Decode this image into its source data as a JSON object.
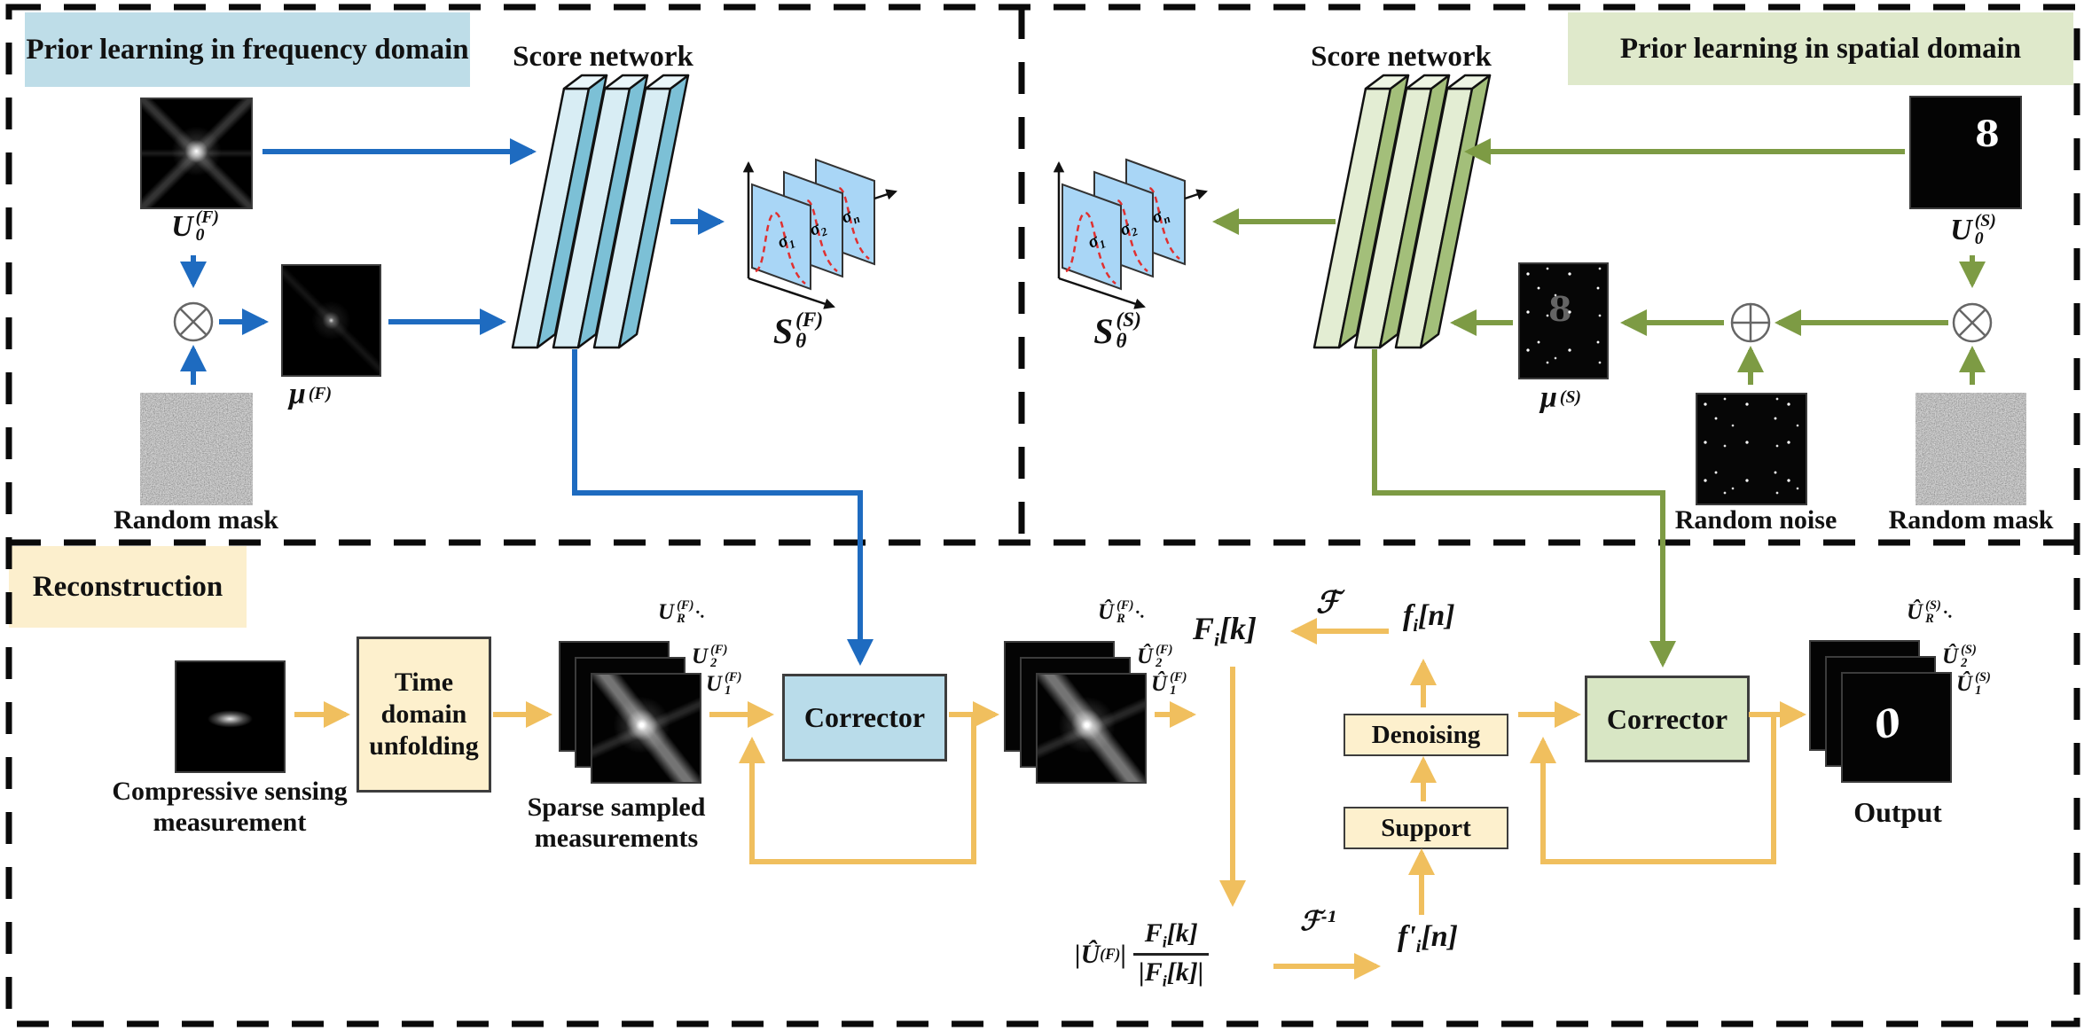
{
  "headers": {
    "frequency": "Prior learning in frequency domain",
    "spatial": "Prior learning in spatial domain",
    "reconstruction": "Reconstruction"
  },
  "score_network": "Score network",
  "math": {
    "u0f": {
      "base": "U",
      "sup": "(F)",
      "sub": "0"
    },
    "mu_f": {
      "base": "μ",
      "sup": "(F)",
      "sub": ""
    },
    "u0s": {
      "base": "U",
      "sup": "(S)",
      "sub": "0"
    },
    "mu_s": {
      "base": "μ",
      "sup": "(S)",
      "sub": ""
    },
    "s_theta_f": {
      "base": "S",
      "sup": "(F)",
      "sub": "θ"
    },
    "s_theta_s": {
      "base": "S",
      "sup": "(S)",
      "sub": "θ"
    },
    "sigma": {
      "base": "σ",
      "n1": "1",
      "n2": "2",
      "nn": "n"
    },
    "stack_f": {
      "r": {
        "base": "U",
        "sup": "(F)",
        "sub": "R",
        "dots": ".."
      },
      "two": {
        "base": "U",
        "sup": "(F)",
        "sub": "2"
      },
      "one": {
        "base": "U",
        "sup": "(F)",
        "sub": "1"
      }
    },
    "stack_fhat": {
      "r": {
        "base": "Û",
        "sup": "(F)",
        "sub": "R",
        "dots": ".."
      },
      "two": {
        "base": "Û",
        "sup": "(F)",
        "sub": "2"
      },
      "one": {
        "base": "Û",
        "sup": "(F)",
        "sub": "1"
      }
    },
    "stack_s": {
      "r": {
        "base": "Û",
        "sup": "(S)",
        "sub": "R",
        "dots": ".."
      },
      "two": {
        "base": "Û",
        "sup": "(S)",
        "sub": "2"
      },
      "one": {
        "base": "Û",
        "sup": "(S)",
        "sub": "1"
      }
    },
    "fik": {
      "base": "F",
      "sub": "i",
      "bracket": "[k]"
    },
    "fin": {
      "base": "f",
      "sub": "i",
      "bracket": "[n]"
    },
    "fpin": {
      "base": "f'",
      "sub": "i",
      "bracket": "[n]"
    },
    "fourier": "ℱ",
    "fourier_inv": {
      "base": "ℱ",
      "sup": "-1"
    },
    "equation": {
      "lhs_open": "|",
      "lhs_base": "Û",
      "lhs_sup": "(F)",
      "lhs_close": "|",
      "num": {
        "base": "F",
        "sub": "i",
        "bracket": "[k]"
      },
      "den": {
        "open": "|",
        "base": "F",
        "sub": "i",
        "bracket": "[k]",
        "close": "|"
      }
    }
  },
  "labels": {
    "random_mask": "Random mask",
    "random_noise": "Random noise",
    "cs_line1": "Compressive sensing",
    "cs_line2": "measurement",
    "time_line1": "Time",
    "time_line2": "domain",
    "time_line3": "unfolding",
    "sparse_line1": "Sparse sampled",
    "sparse_line2": "measurements",
    "corrector": "Corrector",
    "denoising": "Denoising",
    "support": "Support",
    "output": "Output"
  },
  "digits": {
    "u0s": "8",
    "mu_s": "8",
    "output": "0"
  },
  "colors": {
    "blue_arrow": "#1e6bc0",
    "green_arrow": "#7d9b44",
    "yellow_arrow": "#f0bf5e",
    "freq_header_bg": "#bedde8",
    "spatial_header_bg": "#dfe9cb",
    "recon_header_bg": "#fcefcd",
    "box_bg": "#fdf0cd",
    "corrector_blue_bg": "#b9dcea",
    "corrector_green_bg": "#d8e6c4",
    "plane_fill": "#a9d6f6",
    "curve_red": "#e03030",
    "dash_black": "#0a0a0a"
  }
}
